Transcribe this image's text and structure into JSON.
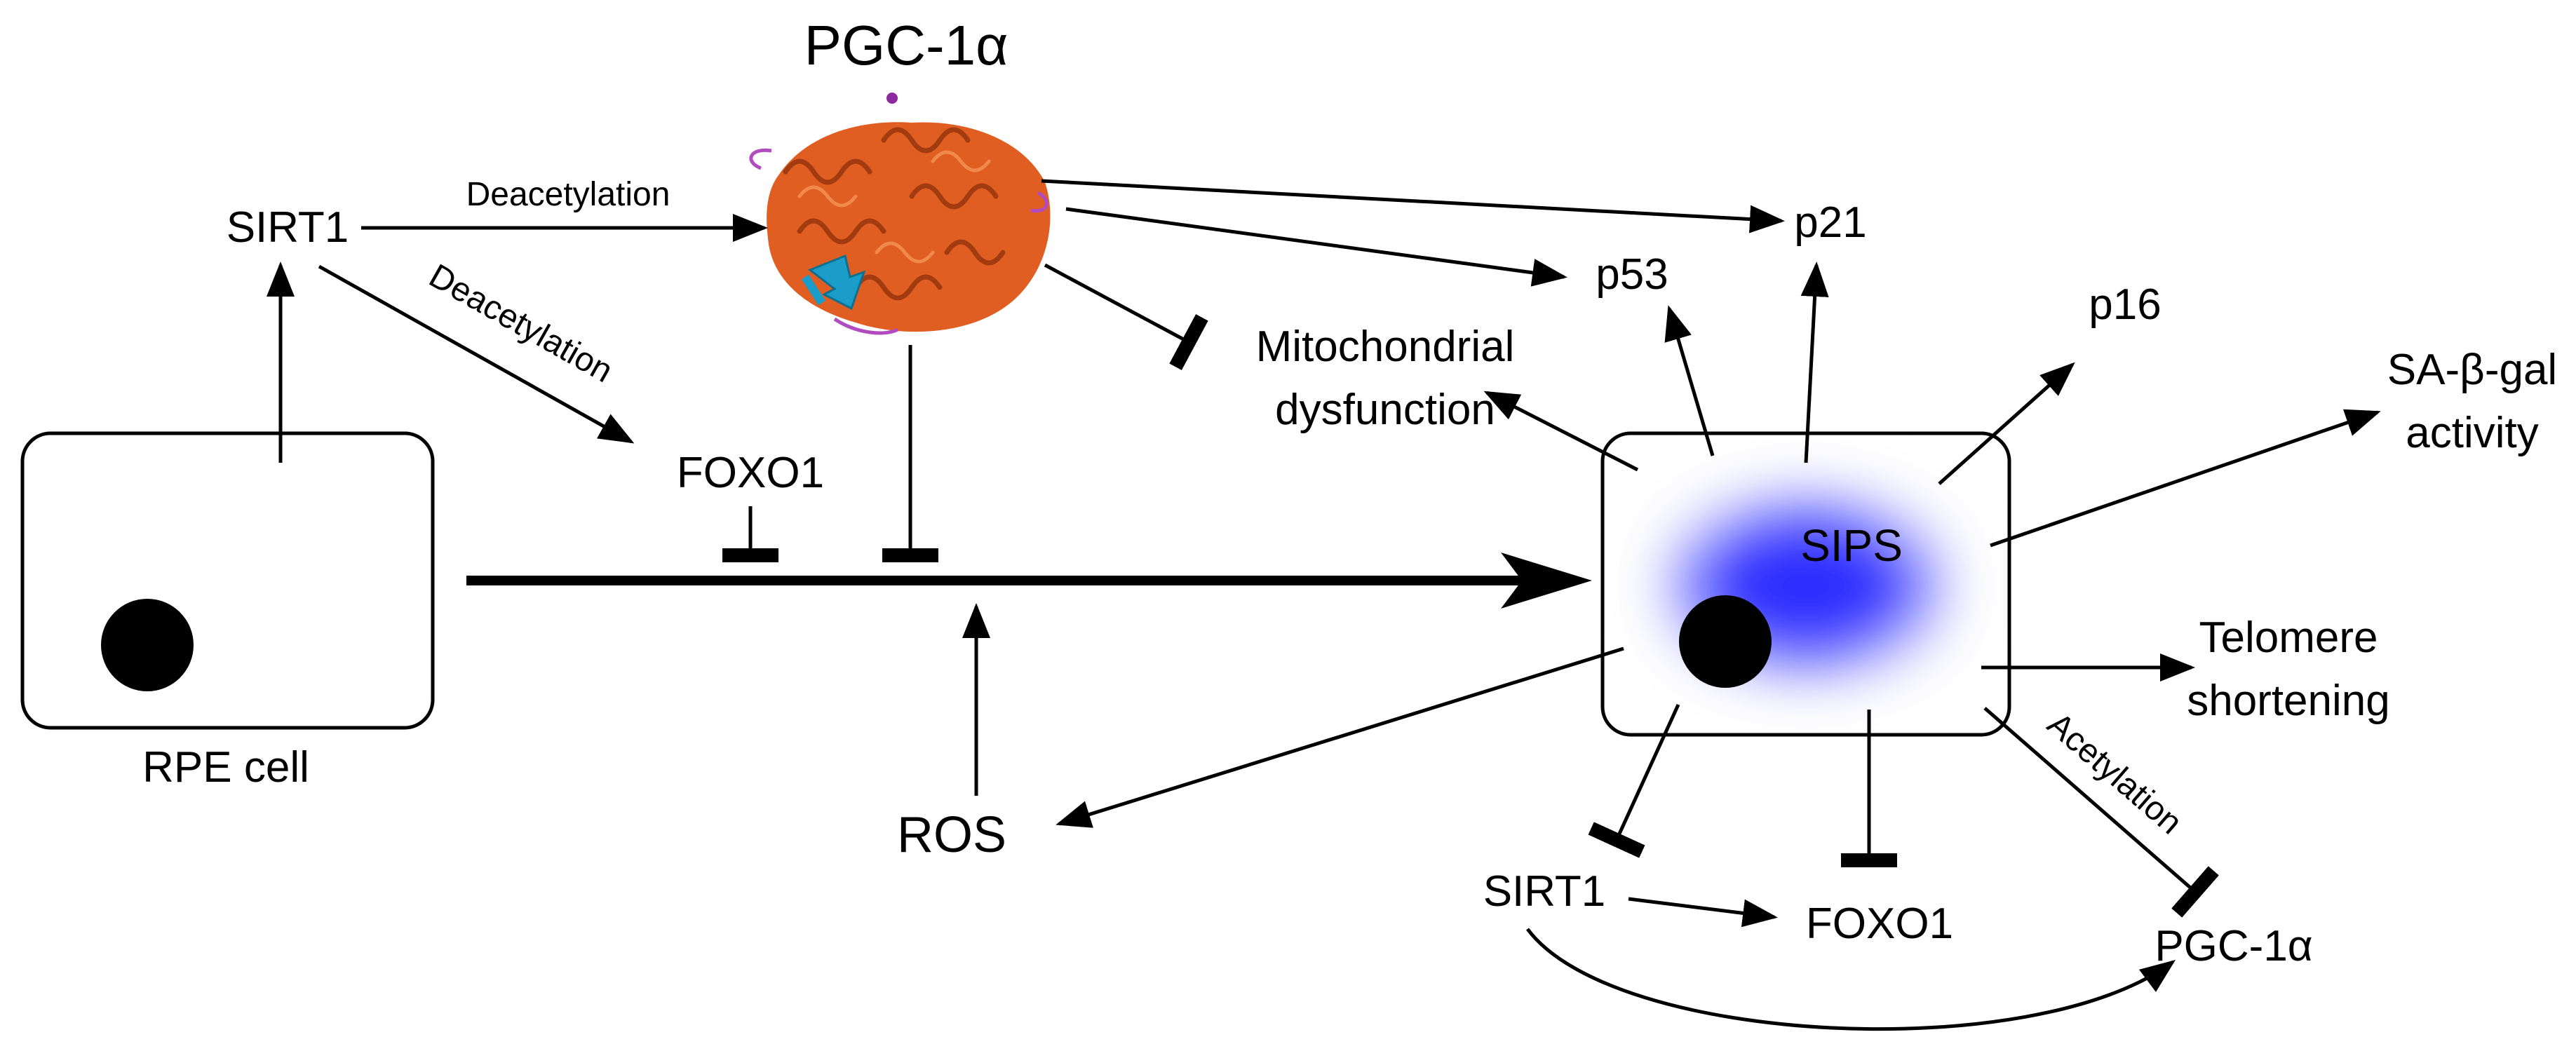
{
  "title": "PGC-1α",
  "rpe_cell": {
    "label": "RPE cell"
  },
  "senescent_cell": {
    "label": "SIPS"
  },
  "nodes": {
    "sirt1_top": "SIRT1",
    "foxo1_top": "FOXO1",
    "ros": "ROS",
    "p21": "p21",
    "p53": "p53",
    "p16": "p16",
    "mito_line1": "Mitochondrial",
    "mito_line2": "dysfunction",
    "sa_gal_line1": "SA-β-gal",
    "sa_gal_line2": "activity",
    "telomere_line1": "Telomere",
    "telomere_line2": "shortening",
    "sirt1_bottom": "SIRT1",
    "foxo1_bottom": "FOXO1",
    "pgc_bottom": "PGC-1α"
  },
  "edge_labels": {
    "deacetylation_pgc": "Deacetylation",
    "deacetylation_foxo": "Deacetylation",
    "acetylation": "Acetylation"
  },
  "colors": {
    "protein_helix": "#d9531e",
    "protein_sheet": "#1b9dc9",
    "protein_loop": "#b04cc0",
    "sips_glow": "#2b2bff",
    "nucleus": "#000000"
  }
}
